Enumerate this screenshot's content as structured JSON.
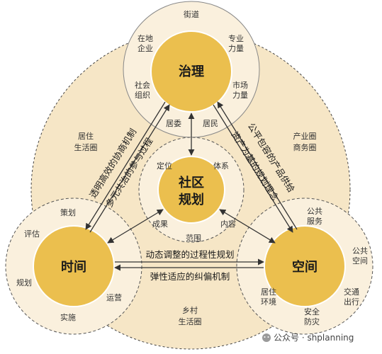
{
  "colors": {
    "circle_fill": "#ebbf4e",
    "circle_stroke": "#ffffff",
    "ring_fill": "#faf0dd",
    "outer_ring_fill": "#f6e6c6",
    "dashed_stroke": "#555555",
    "arrow": "#333333",
    "text": "#1a1a1a"
  },
  "nodes": {
    "governance": {
      "line1": "治理"
    },
    "planning": {
      "line1": "社区",
      "line2": "规划"
    },
    "time": {
      "line1": "时间"
    },
    "space": {
      "line1": "空间"
    }
  },
  "governance_ring": {
    "top": "街道",
    "top_left": [
      "在地",
      "企业"
    ],
    "top_right": [
      "专业",
      "力量"
    ],
    "left": [
      "社会",
      "组织"
    ],
    "right": [
      "市场",
      "力量"
    ],
    "bottom_left": "居委",
    "bottom_right": "居民"
  },
  "planning_ring": {
    "top_left": "定位",
    "top_right": "体系",
    "bottom_left": "成果",
    "bottom_right": "内容",
    "bottom": "范围"
  },
  "time_ring": {
    "top": "策划",
    "left_top": "评估",
    "left_bottom": "规划",
    "bottom": "实施",
    "right_bottom": "运营"
  },
  "space_ring": {
    "top": [
      "公共",
      "服务"
    ],
    "right_top": [
      "公共",
      "空间"
    ],
    "right_bottom": [
      "交通",
      "出行"
    ],
    "bottom": [
      "安全",
      "防灾"
    ],
    "left": [
      "居住",
      "环境"
    ]
  },
  "zones": {
    "residential": [
      "居住",
      "生活圈"
    ],
    "industrial": [
      "产业圈",
      "商务圈"
    ],
    "rural": [
      "乡村",
      "生活圈"
    ]
  },
  "edge_labels": {
    "left_outer": "透明高效的协商机制",
    "left_inner": "多元共治的参与过程",
    "right_outer": "公平包容的产品供给",
    "right_inner": "资产为基的规划理念",
    "bottom_top": "动态调整的过程性规划",
    "bottom_bottom": "弹性适应的纠偏机制"
  },
  "watermark": "公众号 · shplanning"
}
